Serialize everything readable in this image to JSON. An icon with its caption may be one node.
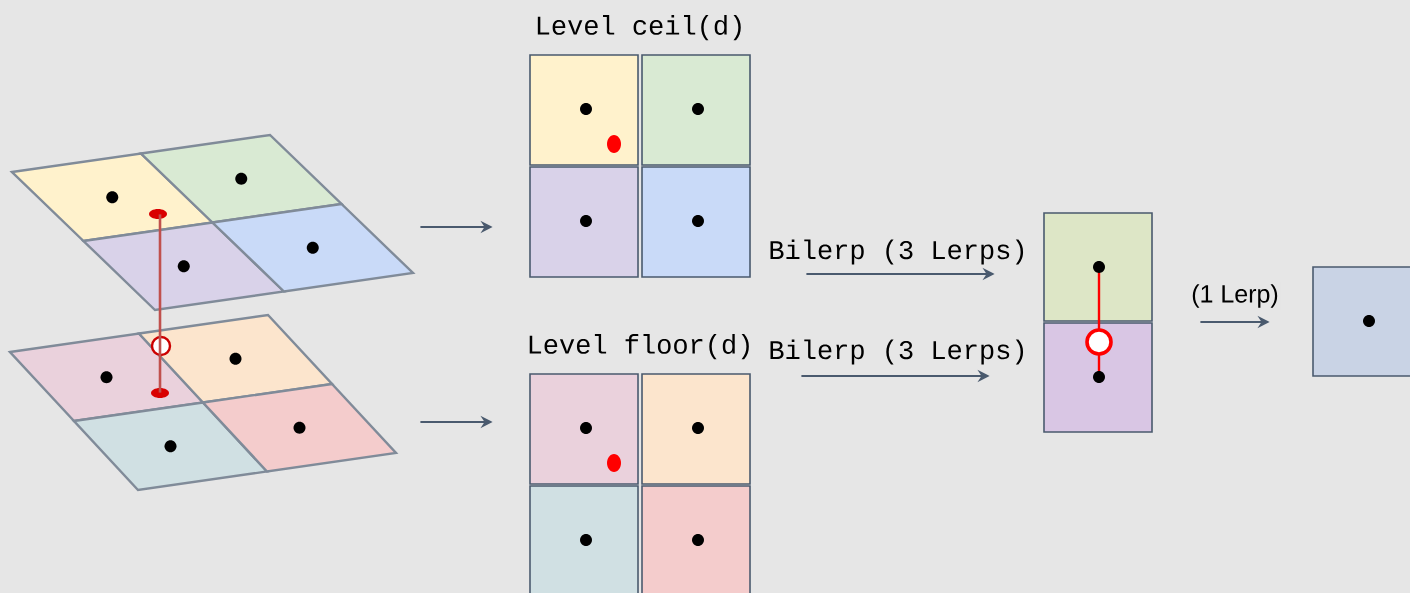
{
  "diagram": {
    "nodes": [
      {
        "text": [],
        "shape": "picture"
      },
      {
        "text": [],
        "shape": "picture"
      },
      {
        "text": [
          "Level ceil(d)"
        ]
      },
      {
        "text": [
          "Level floor(d)"
        ]
      },
      {
        "text": [],
        "shape": "box"
      },
      {
        "text": [],
        "shape": "box"
      }
    ],
    "edges": [
      {
        "from": 0,
        "to": 2,
        "arrow": "to"
      },
      {
        "from": 1,
        "to": 3,
        "arrow": "to"
      },
      {
        "from": 2,
        "to": 4,
        "arrow": "to",
        "label": "Bilerp (3 Lerps)"
      },
      {
        "from": 3,
        "to": 4,
        "arrow": "to",
        "label": "Bilerp (3 Lerps)"
      },
      {
        "from": 4,
        "to": 5,
        "arrow": "to",
        "label": "(1 Lerp)"
      },
      {
        "from": 0,
        "to": 1,
        "arrow": "none",
        "color": "#c0504d"
      }
    ]
  }
}
